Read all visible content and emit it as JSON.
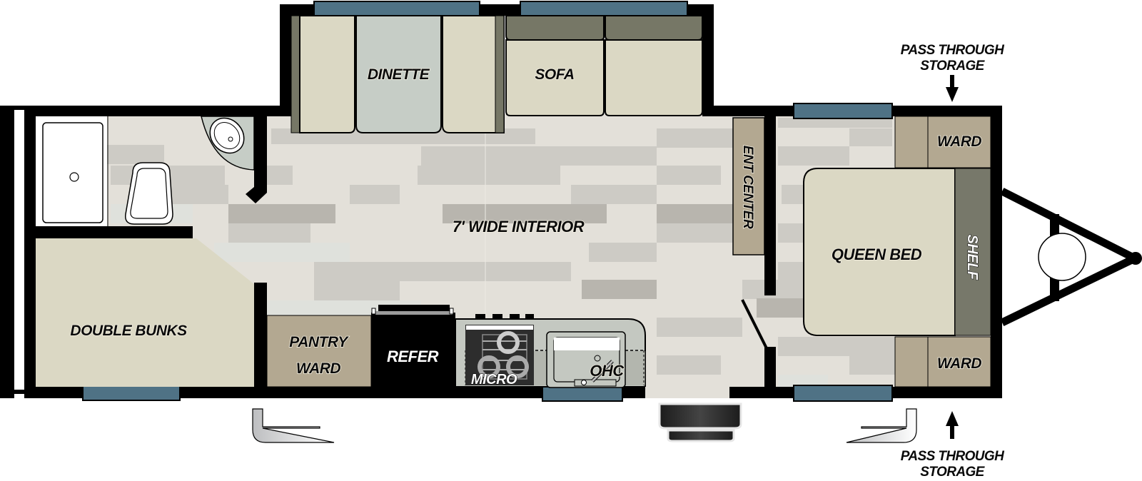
{
  "diagram": {
    "type": "rv-floor-plan",
    "colors": {
      "wall": "#000000",
      "window": "#4f7285",
      "cushion": "#dbd8c4",
      "table": "#c6cdc6",
      "sofa_back": "#767766",
      "cabinet": "#b3a891",
      "shelf": "#77786a",
      "floor_light": "#e3e0d9",
      "floor_mid": "#cdcbc5",
      "floor_dark": "#b8b5ae",
      "floor_cool": "#dfe1dc",
      "counter": "#c4c8c1",
      "refer": "#000000"
    },
    "rooms": {
      "bunks": {
        "label": "DOUBLE BUNKS"
      },
      "dinette": {
        "label": "DINETTE"
      },
      "sofa": {
        "label": "SOFA"
      },
      "interior": {
        "label": "7′ WIDE INTERIOR"
      },
      "ent_center": {
        "label": "ENT CENTER"
      },
      "queen_bed": {
        "label": "QUEEN BED"
      },
      "shelf": {
        "label": "SHELF"
      },
      "ward_top": {
        "label": "WARD"
      },
      "ward_bottom": {
        "label": "WARD"
      },
      "pantry": {
        "line1": "PANTRY",
        "line2": "WARD"
      },
      "refer": {
        "label": "REFER"
      },
      "micro": {
        "label": "MICRO"
      },
      "ohc": {
        "label": "OHC"
      }
    },
    "callouts": {
      "top": {
        "line1": "PASS THROUGH",
        "line2": "STORAGE",
        "arrow": "down"
      },
      "bottom": {
        "line1": "PASS THROUGH",
        "line2": "STORAGE",
        "arrow": "up"
      }
    },
    "fixtures": [
      "shower",
      "toilet",
      "lavatory-sink",
      "kitchen-sink",
      "stove",
      "entry-step",
      "hitch",
      "jack"
    ]
  }
}
